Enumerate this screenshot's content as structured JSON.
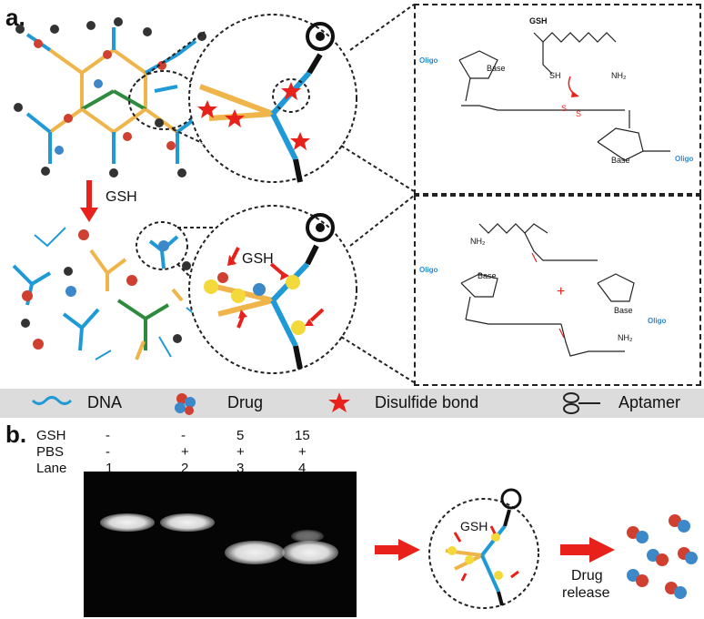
{
  "panels": {
    "a_label": "a.",
    "b_label": "b."
  },
  "arrows": {
    "gsh_label": "GSH"
  },
  "zoom_top": {
    "gsh_label": ""
  },
  "zoom_bottom": {
    "gsh_label": "GSH"
  },
  "chem_top": {
    "gsh_label": "GSH",
    "base_label_1": "Base",
    "base_label_2": "Base",
    "oligo_1": "Oligo",
    "oligo_2": "Oligo",
    "sh_label": "SH",
    "nh2_label": "NH₂",
    "s1": "S",
    "s2": "S"
  },
  "chem_bottom": {
    "base_label_1": "Base",
    "base_label_2": "Base",
    "oligo_1": "Oligo",
    "oligo_2": "Oligo",
    "nh2_1": "NH₂",
    "nh2_2": "NH₂",
    "plus": "+"
  },
  "legend": {
    "dna": "DNA",
    "drug": "Drug",
    "disulfide": "Disulfide bond",
    "aptamer": "Aptamer"
  },
  "gel_table": {
    "rows": [
      {
        "label": "GSH",
        "values": [
          "-",
          "-",
          "5",
          "15"
        ]
      },
      {
        "label": "PBS",
        "values": [
          "-",
          "+",
          "+",
          "+"
        ]
      },
      {
        "label": "Lane",
        "values": [
          "1",
          "2",
          "3",
          "4"
        ]
      }
    ]
  },
  "panel_b": {
    "gsh_label": "GSH",
    "release_line1": "Drug",
    "release_line2": "release"
  },
  "colors": {
    "dna_blue": "#1f9ad6",
    "linker_orange": "#f0b54a",
    "green": "#2e8b3e",
    "red": "#e8221b",
    "gel_bg": "#050505"
  }
}
